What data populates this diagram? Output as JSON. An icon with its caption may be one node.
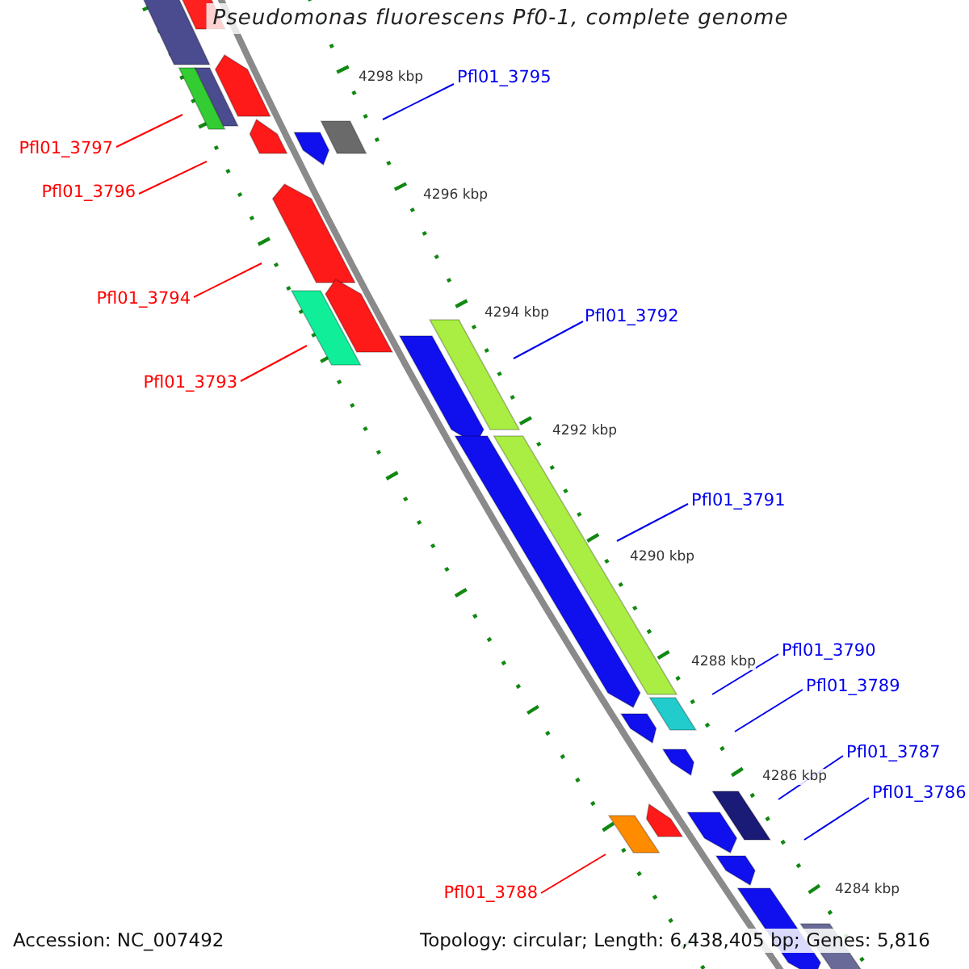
{
  "diagram": {
    "title": "Pseudomonas fluorescens Pf0-1, complete genome",
    "nodes": [
      {
        "text": [
          "Pfl01_3795"
        ]
      },
      {
        "text": [
          "Pfl01_3797"
        ]
      },
      {
        "text": [
          "Pfl01_3796"
        ]
      },
      {
        "text": [
          "Pfl01_3794"
        ]
      },
      {
        "text": [
          "Pfl01_3792"
        ]
      },
      {
        "text": [
          "Pfl01_3793"
        ]
      },
      {
        "text": [
          "Pfl01_3791"
        ]
      },
      {
        "text": [
          "Pfl01_3790"
        ]
      },
      {
        "text": [
          "Pfl01_3789"
        ]
      },
      {
        "text": [
          "Pfl01_3787"
        ]
      },
      {
        "text": [
          "Pfl01_3786"
        ]
      },
      {
        "text": [
          "Pfl01_3788"
        ]
      }
    ],
    "edges": [
      {
        "from": 0,
        "to": null,
        "arrow": "none"
      },
      {
        "from": 1,
        "to": null,
        "arrow": "none",
        "color": "#ff0000"
      },
      {
        "from": 2,
        "to": null,
        "arrow": "none",
        "color": "#ff0000"
      },
      {
        "from": 3,
        "to": null,
        "arrow": "none",
        "color": "#ff0000"
      },
      {
        "from": 4,
        "to": null,
        "arrow": "none"
      },
      {
        "from": 5,
        "to": null,
        "arrow": "none",
        "color": "#ff0000"
      },
      {
        "from": 6,
        "to": null,
        "arrow": "none"
      },
      {
        "from": 7,
        "to": null,
        "arrow": "none"
      },
      {
        "from": 8,
        "to": null,
        "arrow": "none"
      },
      {
        "from": 9,
        "to": null,
        "arrow": "none"
      },
      {
        "from": 10,
        "to": null,
        "arrow": "none"
      },
      {
        "from": 11,
        "to": null,
        "arrow": "none",
        "color": "#ff0000"
      }
    ],
    "labels": [
      "4298 kbp",
      "4296 kbp",
      "4294 kbp",
      "4292 kbp",
      "4290 kbp",
      "4288 kbp",
      "4286 kbp",
      "4284 kbp",
      "Accession: NC_007492",
      "Topology: circular; Length: 6,438,405 bp; Genes: 5,816"
    ]
  }
}
